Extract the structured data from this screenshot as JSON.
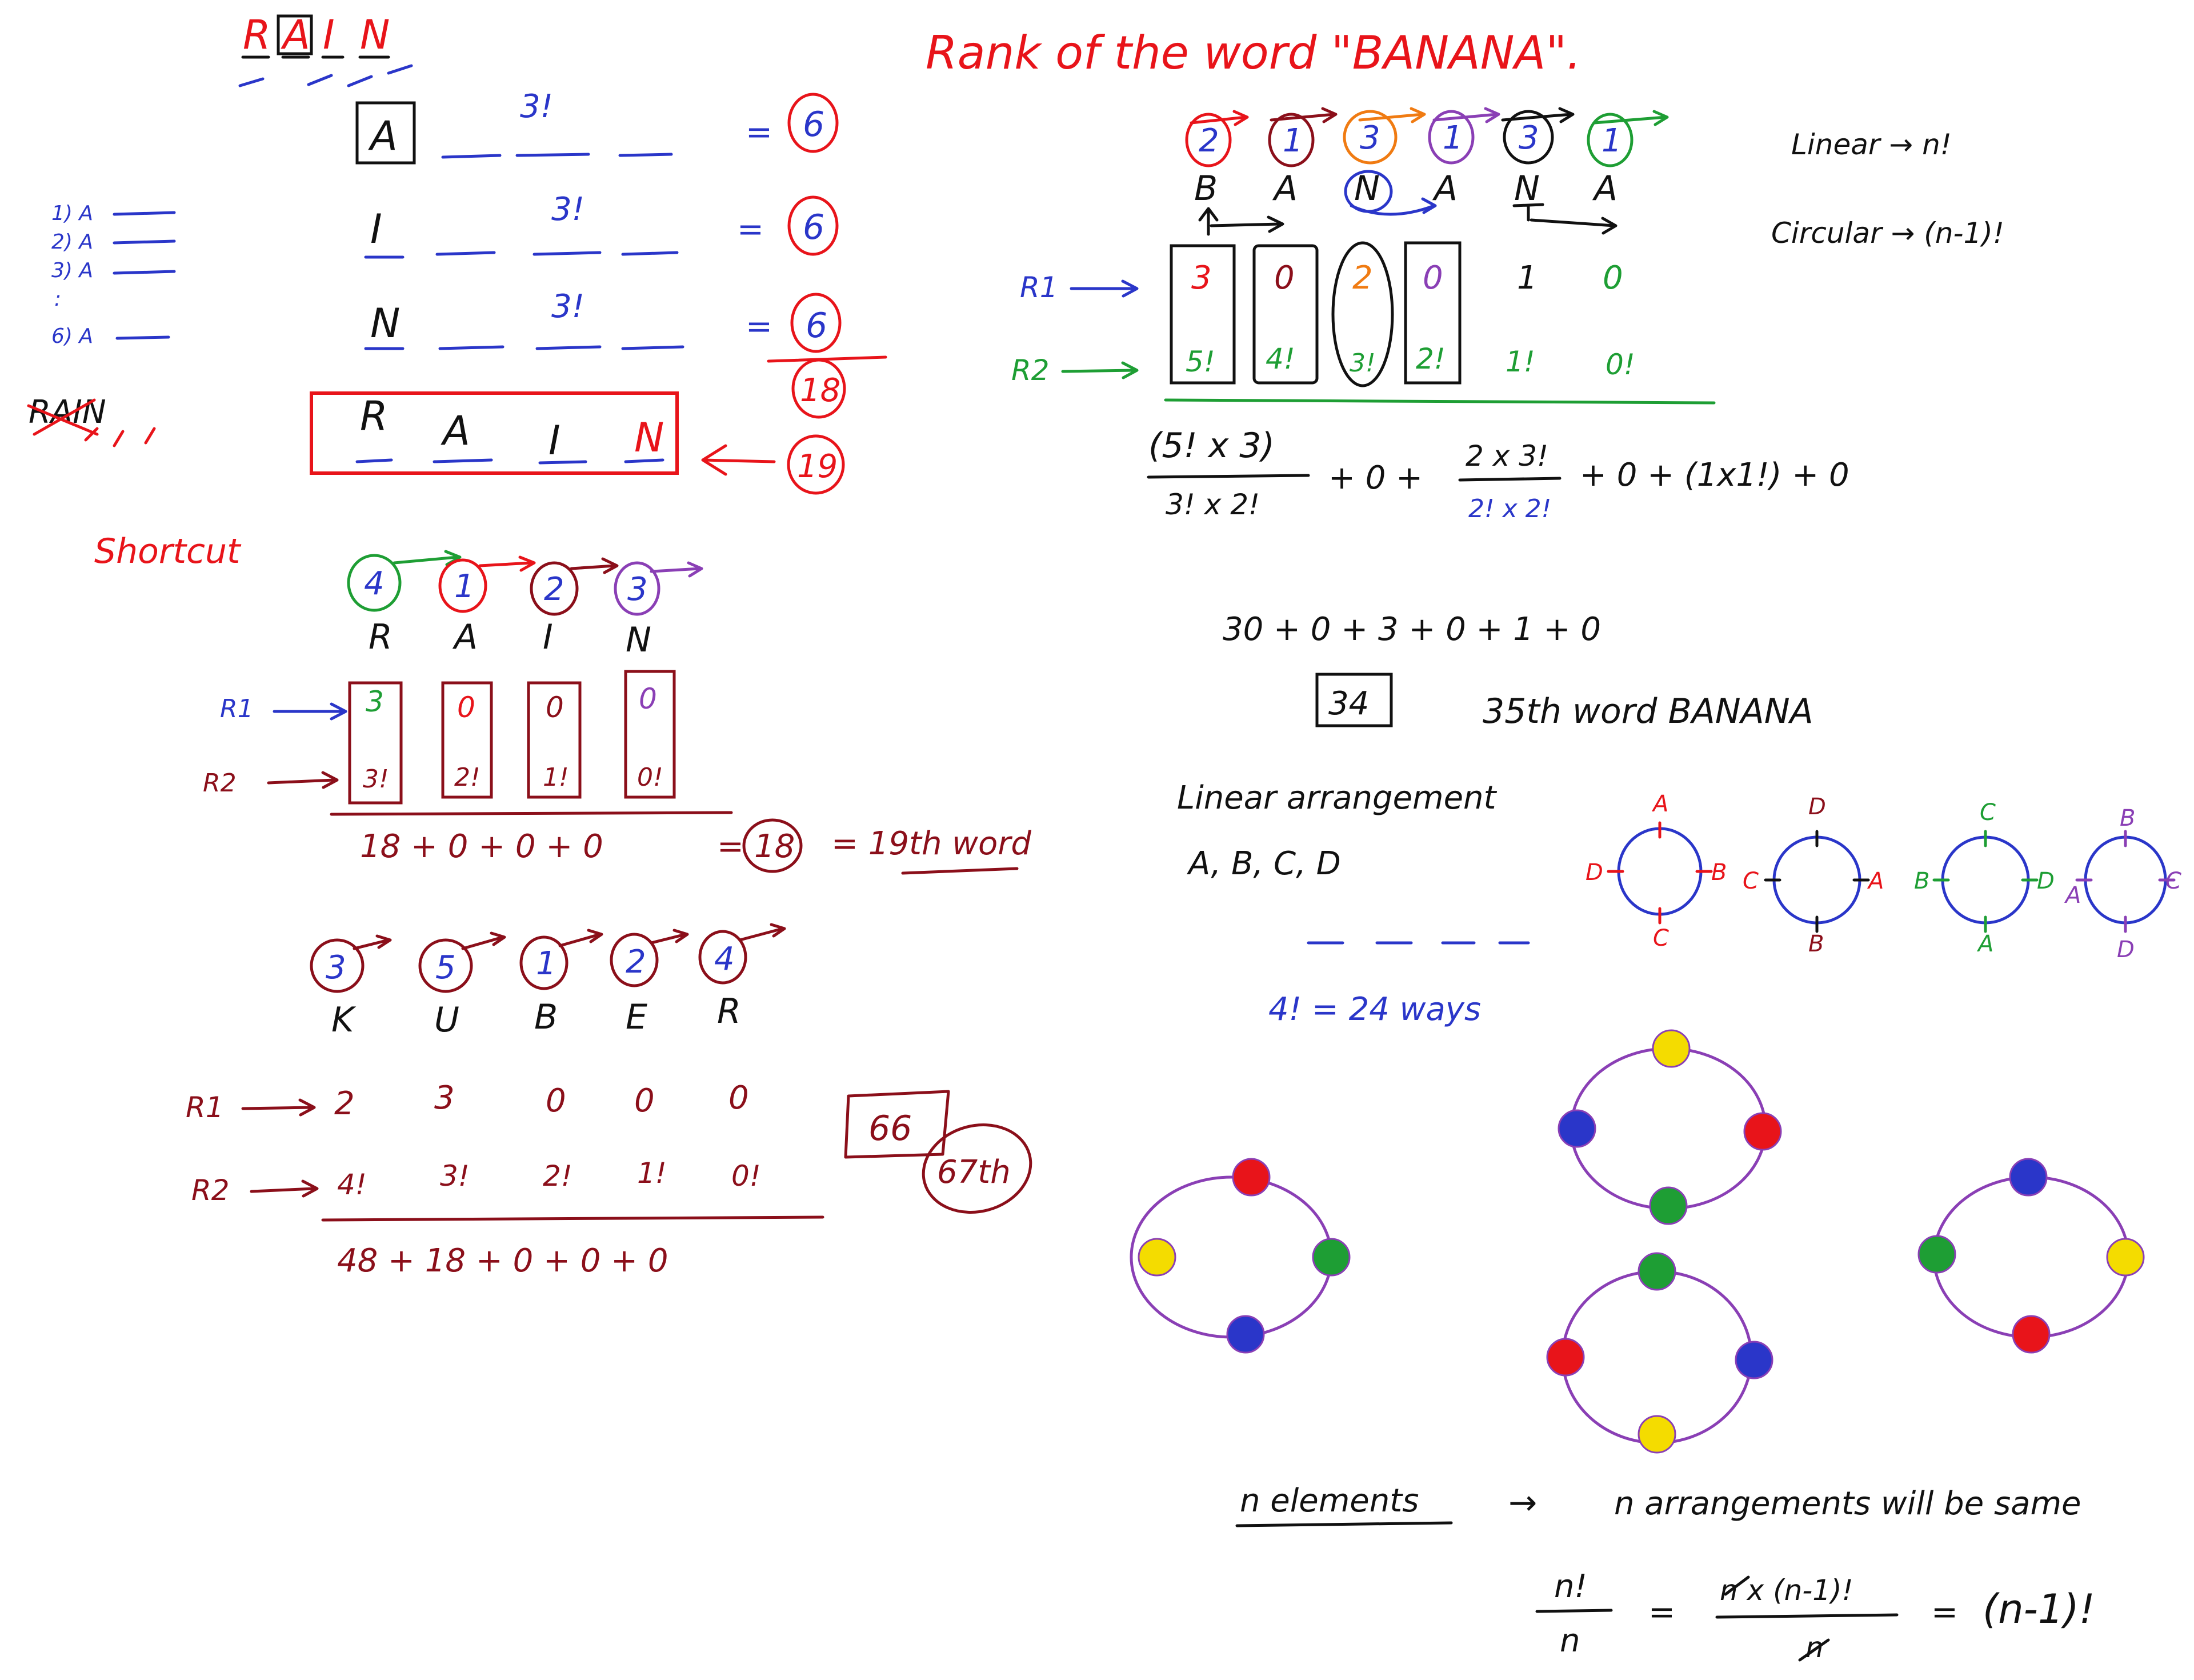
{
  "rain": {
    "title_letters": [
      "R",
      "A",
      "I",
      "N"
    ],
    "rows": [
      {
        "lead": "A",
        "fact": "3!",
        "result": "6"
      },
      {
        "lead": "I",
        "fact": "3!",
        "result": "6"
      },
      {
        "lead": "N",
        "fact": "3!",
        "result": "6"
      }
    ],
    "sum": "18",
    "target_letters": [
      "R",
      "A",
      "I",
      "N"
    ],
    "target_rank": "19",
    "side_list": [
      "1) A",
      "2) A",
      "3) A",
      ":",
      "6) A"
    ],
    "crossed_word": "RAIN"
  },
  "shortcut": {
    "label": "Shortcut",
    "rain": {
      "circled": [
        "4",
        "1",
        "2",
        "3"
      ],
      "letters": [
        "R",
        "A",
        "I",
        "N"
      ],
      "r1_label": "R1",
      "r2_label": "R2",
      "r1": [
        "3",
        "0",
        "0",
        "0"
      ],
      "r2": [
        "3!",
        "2!",
        "1!",
        "0!"
      ],
      "sum_line": "18 + 0 + 0 + 0",
      "sum_result": "18",
      "word_rank": "= 19th word"
    },
    "kuber": {
      "circled": [
        "3",
        "5",
        "1",
        "2",
        "4"
      ],
      "letters": [
        "K",
        "U",
        "B",
        "E",
        "R"
      ],
      "r1_label": "R1",
      "r2_label": "R2",
      "r1": [
        "2",
        "3",
        "0",
        "0",
        "0"
      ],
      "r2": [
        "4!",
        "3!",
        "2!",
        "1!",
        "0!"
      ],
      "sum_line": "48 + 18 + 0 + 0 + 0",
      "sum_boxed": "66",
      "rank": "67th"
    }
  },
  "banana": {
    "title": "Rank of the word \"BANANA\".",
    "circled": [
      "2",
      "1",
      "3",
      "1",
      "3",
      "1"
    ],
    "letters": [
      "B",
      "A",
      "N",
      "A",
      "N",
      "A"
    ],
    "r1_label": "R1",
    "r2_label": "R2",
    "r1": [
      "3",
      "0",
      "2",
      "0",
      "1",
      "0"
    ],
    "r2": [
      "5!",
      "4!",
      "3!",
      "2!",
      "1!",
      "0!"
    ],
    "frac1_num": "(5! x 3)",
    "frac1_den": "3! x 2!",
    "plus_a": "+ 0 +",
    "frac2_num": "2 x 3!",
    "frac2_den": "2! x 2!",
    "tail": "+ 0 + (1x1!) + 0",
    "sum_line": "30 + 0 + 3 + 0 + 1 + 0",
    "boxed": "34",
    "final": "35th word BANANA"
  },
  "formulas": {
    "linear": "Linear → n!",
    "circular": "Circular → (n-1)!"
  },
  "linear": {
    "heading": "Linear arrangement",
    "items": "A, B, C, D",
    "count": "4! = 24 ways"
  },
  "circles": [
    {
      "top": "A",
      "right": "B",
      "bottom": "C",
      "left": "D"
    },
    {
      "top": "D",
      "right": "A",
      "bottom": "B",
      "left": "C"
    },
    {
      "top": "C",
      "right": "D",
      "bottom": "A",
      "left": "B"
    },
    {
      "top": "B",
      "right": "C",
      "bottom": "D",
      "left": "A"
    }
  ],
  "colors": {
    "red": "#e8141a",
    "blue": "#2a36c9",
    "green": "#1e9e34",
    "yellow": "#f4dc00",
    "purple": "#8a3fb5",
    "maroon": "#8b0f1a",
    "orange": "#f07b12"
  },
  "conclusion": {
    "left": "n elements",
    "arrow": "→",
    "right": "n arrangements will be same",
    "lhs_num": "n!",
    "lhs_den": "n",
    "eq1": "=",
    "mid_num": "n x (n-1)!",
    "mid_den": "n",
    "eq2": "=",
    "result": "(n-1)!"
  }
}
